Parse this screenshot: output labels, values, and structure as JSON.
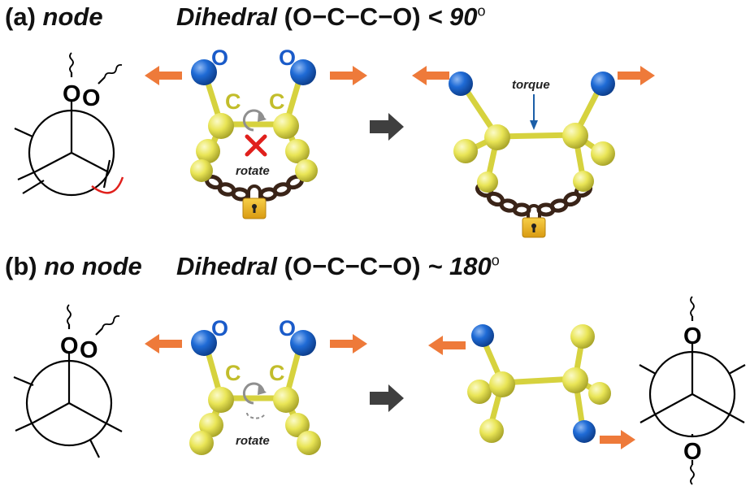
{
  "panel_a": {
    "label": "(a)",
    "title": "node",
    "dihedral_word": "Dihedral",
    "dihedral_bond": "(O−C−C−O)",
    "dihedral_relation": "< 90",
    "atom_o": "O",
    "atom_c": "C",
    "rotate_label": "rotate",
    "torque_label": "torque"
  },
  "panel_b": {
    "label": "(b)",
    "title": "no node",
    "dihedral_word": "Dihedral",
    "dihedral_bond": "(O−C−C−O)",
    "dihedral_relation": "~ 180",
    "atom_o": "O",
    "atom_c": "C",
    "rotate_label": "rotate"
  },
  "degree_symbol": "o",
  "colors": {
    "oxygen": "#1c62c8",
    "carbon": "#e8e455",
    "arrow_orange": "#ee7a3a",
    "arrow_gray": "#3f3f3f",
    "oxygen_label": "#1a5bc9",
    "carbon_label": "#c2bd2b",
    "cross": "#e0201c",
    "chain": "#3a2418",
    "lock": "#f2b81e",
    "node_arc": "#e0201c"
  },
  "icons": [
    "newman-projection",
    "chain-icon",
    "padlock-icon",
    "rotate-icon",
    "cross-icon",
    "arrow-icon"
  ]
}
